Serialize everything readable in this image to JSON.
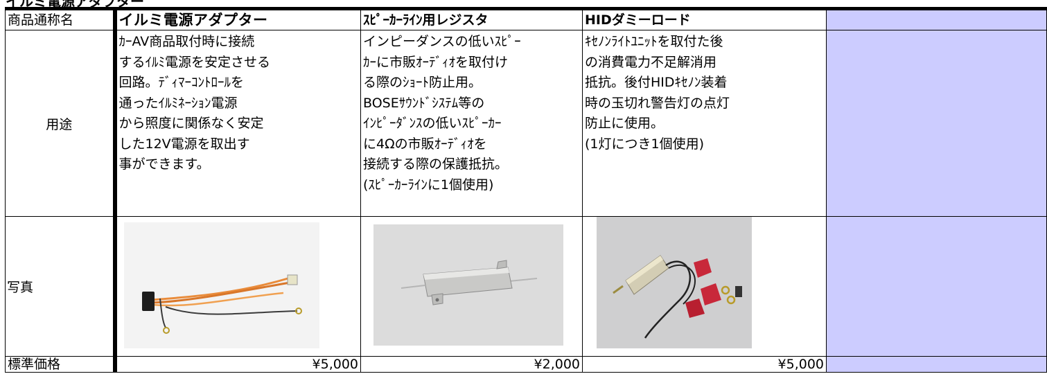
{
  "page": {
    "header_fragment": "イルミ電源アダプター"
  },
  "table": {
    "name_label": "商品通称名",
    "use_label": "用途",
    "photo_label": "写真",
    "price_label": "標準価格",
    "products": [
      {
        "name": "イルミ電源アダプター",
        "use_lines": [
          "ｶｰAV商品取付時に接続",
          "するｲﾙﾐ電源を安定させる",
          "回路。ﾃﾞｨﾏｰｺﾝﾄﾛｰﾙを",
          "通ったｲﾙﾐﾈｰｼｮﾝ電源",
          "から照度に関係なく安定",
          "した12V電源を取出す",
          "事ができます。"
        ],
        "photo_icon": "wire-harness-photo",
        "price": "¥5,000"
      },
      {
        "name": "ｽﾋﾟｰｶｰﾗｲﾝ用レジスタ",
        "use_lines": [
          "インピーダンスの低いｽﾋﾟｰ",
          "ｶｰに市販ｵｰﾃﾞｨｵを取付け",
          "る際のｼｮｰﾄ防止用。",
          "BOSEｻｳﾝﾄﾞｼｽﾃﾑ等の",
          "ｲﾝﾋﾟｰﾀﾞﾝｽの低いｽﾋﾟｰｶｰ",
          "に4Ωの市販ｵｰﾃﾞｨｵを",
          "接続する際の保護抵抗。",
          "(ｽﾋﾟｰｶｰﾗｲﾝに1個使用)"
        ],
        "photo_icon": "resistor-photo",
        "price": "¥2,000"
      },
      {
        "name": "HIDダミーロード",
        "use_lines": [
          "ｷｾﾉﾝﾗｲﾄﾕﾆｯﾄを取付た後",
          "の消費電力不足解消用",
          "抵抗。後付HIDｷｾﾉﾝ装着",
          "時の玉切れ警告灯の点灯",
          "防止に使用。",
          "(1灯につき1個使用)"
        ],
        "photo_icon": "dummy-load-kit-photo",
        "price": "¥5,000"
      }
    ]
  },
  "colors": {
    "empty_column": "#ccccff",
    "photo_bg_1": "#f3f3f3",
    "photo_bg_2": "#dcdcdc",
    "photo_bg_3": "#cfcfd0",
    "wire_orange": "#e98b3a",
    "red_bracket": "#c8283a"
  }
}
